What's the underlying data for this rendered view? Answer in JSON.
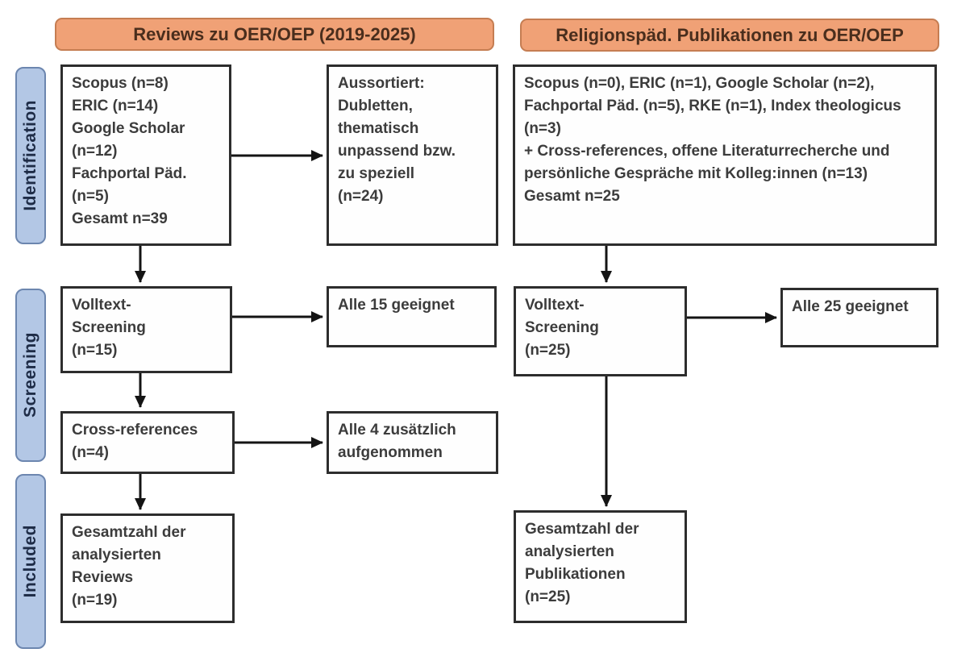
{
  "headers": {
    "left": "Reviews zu OER/OEP (2019-2025)",
    "right": "Religionspäd. Publikationen zu OER/OEP"
  },
  "stages": {
    "identification": "Identification",
    "screening": "Screening",
    "included": "Included"
  },
  "left_flow": {
    "sources": {
      "lines": [
        "Scopus (n=8)",
        "ERIC (n=14)",
        "Google Scholar (n=12)",
        "Fachportal Päd. (n=5)",
        "Gesamt n=39"
      ]
    },
    "excluded": {
      "lines": [
        "Aussortiert:",
        "Dubletten,",
        "thematisch",
        "unpassend bzw.",
        "zu speziell",
        "(n=24)"
      ]
    },
    "fulltext": {
      "lines": [
        "Volltext-",
        "Screening",
        "(n=15)"
      ]
    },
    "fulltext_result": {
      "lines": [
        "Alle 15 geeignet"
      ]
    },
    "crossref": {
      "lines": [
        "Cross-references",
        "(n=4)"
      ]
    },
    "crossref_result": {
      "lines": [
        "Alle 4 zusätzlich",
        "aufgenommen"
      ]
    },
    "total": {
      "lines": [
        "Gesamtzahl der",
        "analysierten",
        "Reviews",
        "(n=19)"
      ]
    }
  },
  "right_flow": {
    "sources": {
      "lines": [
        "Scopus (n=0), ERIC (n=1), Google Scholar (n=2), Fachportal Päd. (n=5), RKE (n=1), Index theologicus (n=3)",
        "+ Cross-references, offene Literaturrecherche und persönliche Gespräche mit Kolleg:innen (n=13)",
        "Gesamt n=25"
      ]
    },
    "fulltext": {
      "lines": [
        "Volltext-",
        "Screening",
        "(n=25)"
      ]
    },
    "fulltext_result": {
      "lines": [
        "Alle 25 geeignet"
      ]
    },
    "total": {
      "lines": [
        "Gesamtzahl der",
        "analysierten",
        "Publikationen",
        "(n=25)"
      ]
    }
  },
  "colors": {
    "header_fill": "#f0a176",
    "header_border": "#c57d52",
    "header_text": "#4a2e1d",
    "stage_fill": "#b3c7e5",
    "stage_border": "#6c86af",
    "stage_text": "#1e2c47",
    "box_border": "#2d2d2d",
    "box_text": "#3c3c3c",
    "arrow": "#141414",
    "background": "#ffffff"
  }
}
